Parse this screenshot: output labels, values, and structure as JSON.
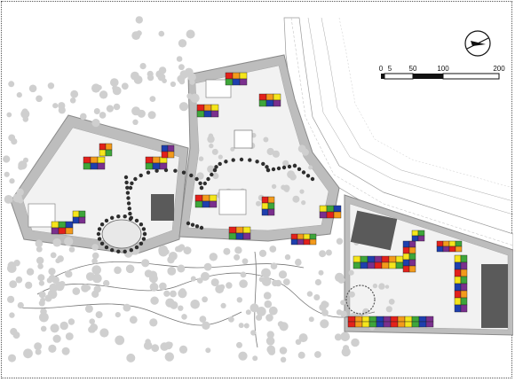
{
  "scale_bar": {
    "labels": [
      "0",
      "5",
      "50",
      "100",
      "200"
    ]
  },
  "road_label": "",
  "colors": {
    "plot_fill": "#bdbdbd",
    "plot_edge": "#8a8a8a",
    "tree": "#cfcfcf",
    "tree_path": "#2e2e2e",
    "dark_block": "#5a5a5a",
    "roof_red": "#e3211b",
    "roof_orange": "#f39a1b",
    "roof_yellow": "#f5e51b",
    "roof_green": "#3ea63a",
    "roof_blue": "#1e3fae",
    "roof_violet": "#7a2f8e"
  },
  "icons": {
    "north_arrow": "north-arrow-icon"
  }
}
